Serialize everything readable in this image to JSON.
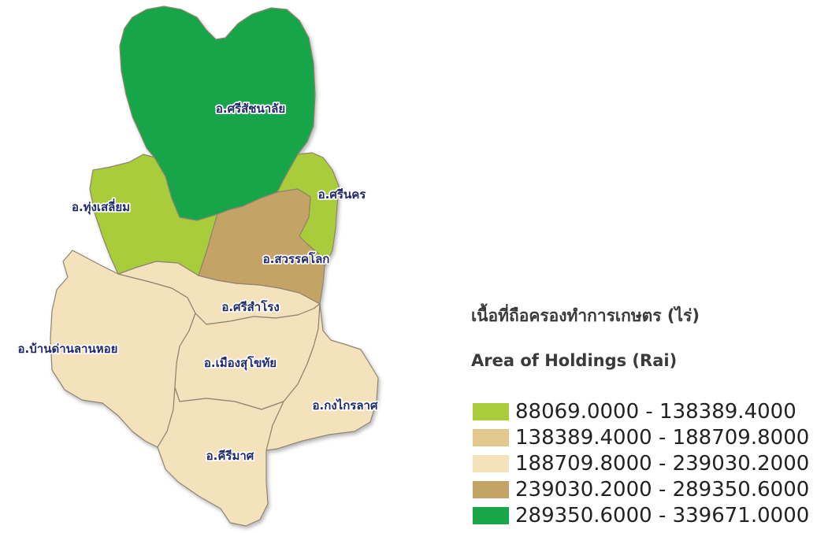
{
  "legend": {
    "title_th": "เนื้อที่ถือครองทำการเกษตร (ไร่)",
    "title_en": "Area of Holdings (Rai)",
    "classes": [
      {
        "range": "88069.0000 - 138389.4000",
        "color": "#a9cc3a"
      },
      {
        "range": "138389.4000 - 188709.8000",
        "color": "#e3c88e"
      },
      {
        "range": "188709.8000 - 239030.2000",
        "color": "#f3e2bc"
      },
      {
        "range": "239030.2000 - 289350.6000",
        "color": "#c4a366"
      },
      {
        "range": "289350.6000 - 339671.0000",
        "color": "#19a54a"
      }
    ]
  },
  "districts": [
    {
      "name": "อ.ศรีสัชนาลัย",
      "class_index": 4
    },
    {
      "name": "อ.ทุ่งเสลี่ยม",
      "class_index": 0
    },
    {
      "name": "อ.ศรีนคร",
      "class_index": 0
    },
    {
      "name": "อ.สวรรคโลก",
      "class_index": 3
    },
    {
      "name": "อ.ศรีสำโรง",
      "class_index": 2
    },
    {
      "name": "อ.บ้านด่านลานหอย",
      "class_index": 2
    },
    {
      "name": "อ.เมืองสุโขทัย",
      "class_index": 2
    },
    {
      "name": "อ.กงไกรลาศ",
      "class_index": 2
    },
    {
      "name": "อ.คีรีมาศ",
      "class_index": 2
    }
  ],
  "colors": {
    "border": "#8f8470",
    "label_text": "#1f2a6b",
    "label_halo": "#ffffff"
  }
}
